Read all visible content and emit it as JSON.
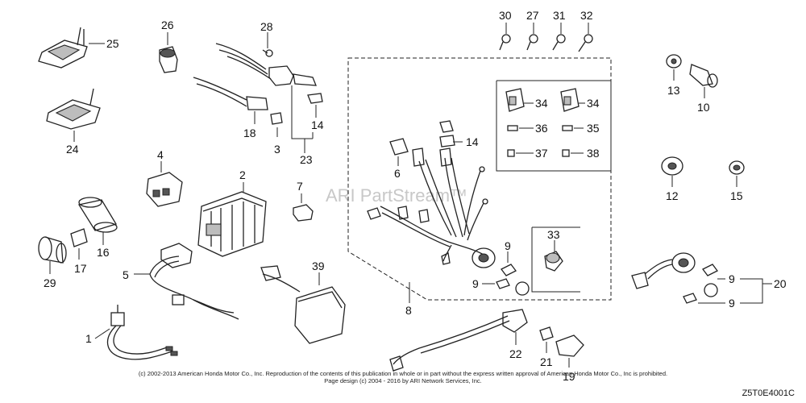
{
  "watermark": "ARI PartStream™",
  "footer": {
    "line1": "(c) 2002-2013 American Honda Motor Co., Inc. Reproduction of the contents of this publication in whole or in part without the express written approval of American Honda Motor Co., Inc is prohibited.",
    "line2": "Page design (c) 2004 - 2016 by ARI Network Services, Inc."
  },
  "diagram_code": "Z5T0E4001C",
  "callouts": [
    "1",
    "2",
    "3",
    "4",
    "5",
    "6",
    "7",
    "8",
    "9",
    "10",
    "12",
    "13",
    "14",
    "15",
    "16",
    "17",
    "18",
    "19",
    "20",
    "21",
    "22",
    "23",
    "24",
    "25",
    "26",
    "27",
    "28",
    "29",
    "30",
    "31",
    "32",
    "33",
    "34",
    "35",
    "36",
    "37",
    "38",
    "39"
  ]
}
